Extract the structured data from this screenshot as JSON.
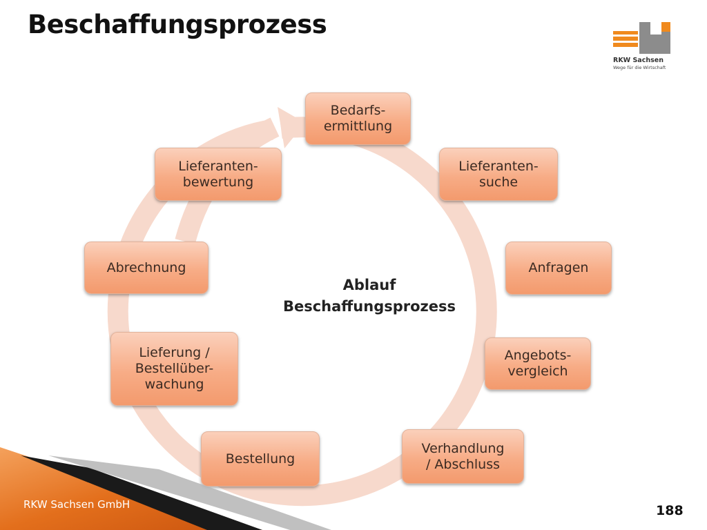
{
  "slide": {
    "title": "Beschaffungsprozess",
    "page_number": "188"
  },
  "logo": {
    "name": "RKW Sachsen",
    "slogan": "Wege für die Wirtschaft",
    "colors": {
      "orange": "#f08a1e",
      "gray": "#8c8c8c"
    }
  },
  "footer": {
    "company": "RKW Sachsen GmbH"
  },
  "diagram": {
    "center_label": "Ablauf\nBeschaffungsprozess",
    "steps": [
      "Bedarfs-\nermittlung",
      "Lieferanten-\nsuche",
      "Anfragen",
      "Angebots-\nvergleich",
      "Verhandlung\n/ Abschluss",
      "Bestellung",
      "Lieferung /\nBestellüber-\nwachung",
      "Abrechnung",
      "Lieferanten-\nbewertung"
    ],
    "colors": {
      "node_top": "#fbd0bb",
      "node_bottom": "#f39a6d",
      "ring": "#f7d9cc",
      "text": "#3a2a22"
    }
  }
}
